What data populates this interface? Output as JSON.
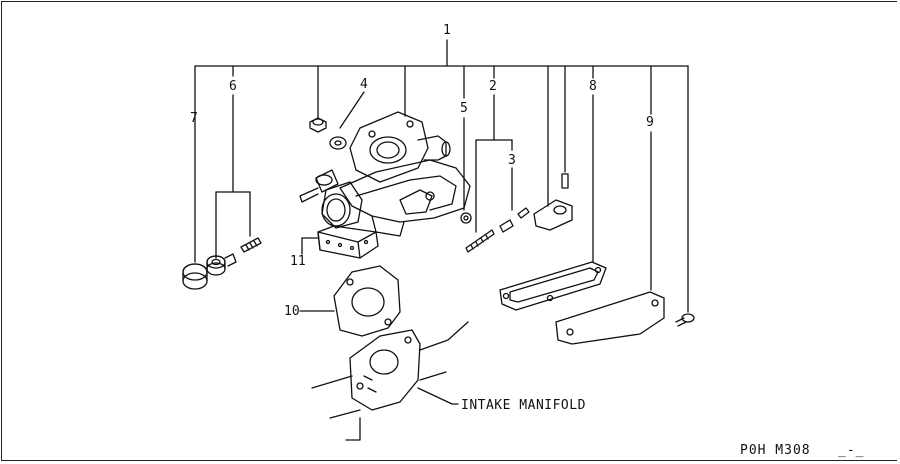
{
  "callouts": {
    "n1": "1",
    "n2": "2",
    "n3": "3",
    "n4": "4",
    "n5": "5",
    "n6": "6",
    "n7": "7",
    "n8": "8",
    "n9": "9",
    "n10": "10",
    "n11": "11"
  },
  "annotation": {
    "intake_manifold": "INTAKE MANIFOLD"
  },
  "footer": {
    "figure_code": "P0H  M308",
    "suffix": "_-_"
  }
}
